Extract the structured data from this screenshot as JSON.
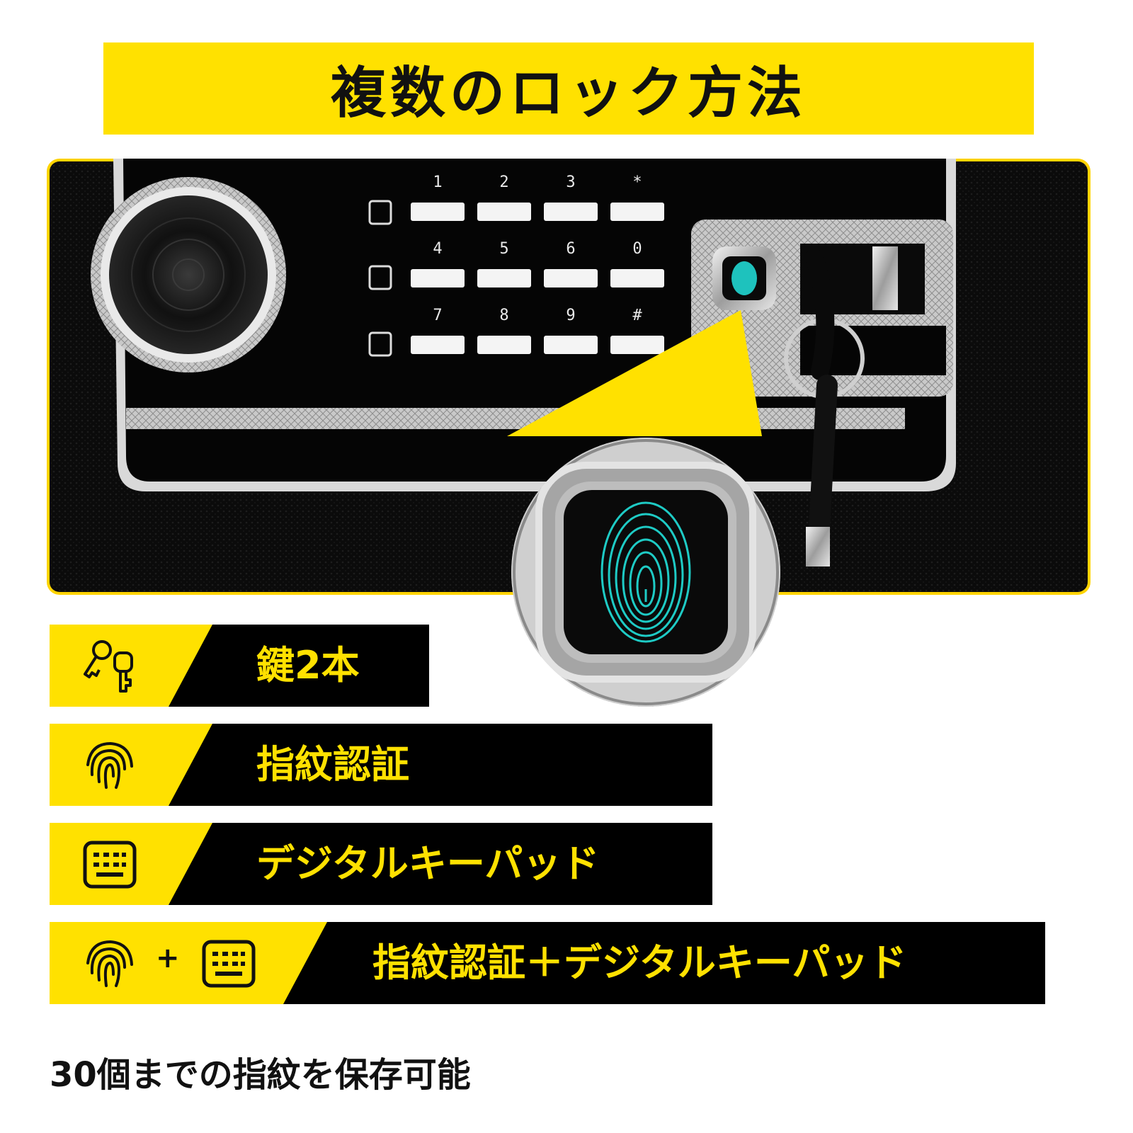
{
  "title": "複数のロック方法",
  "keypad": {
    "digits": [
      "1",
      "2",
      "3",
      "*",
      "4",
      "5",
      "6",
      "0",
      "7",
      "8",
      "9",
      "#"
    ]
  },
  "colors": {
    "accent": "#ffe100",
    "dark": "#000000",
    "fingerprint": "#20d6d0"
  },
  "methods": [
    {
      "icon": "keys-icon",
      "label": "鍵2本"
    },
    {
      "icon": "fingerprint-icon",
      "label": "指紋認証"
    },
    {
      "icon": "keypad-icon",
      "label": "デジタルキーパッド"
    },
    {
      "icon": "fingerprint-plus-keypad-icon",
      "plus": "+",
      "label": "指紋認証＋デジタルキーパッド"
    }
  ],
  "footer_note": "30個までの指紋を保存可能"
}
